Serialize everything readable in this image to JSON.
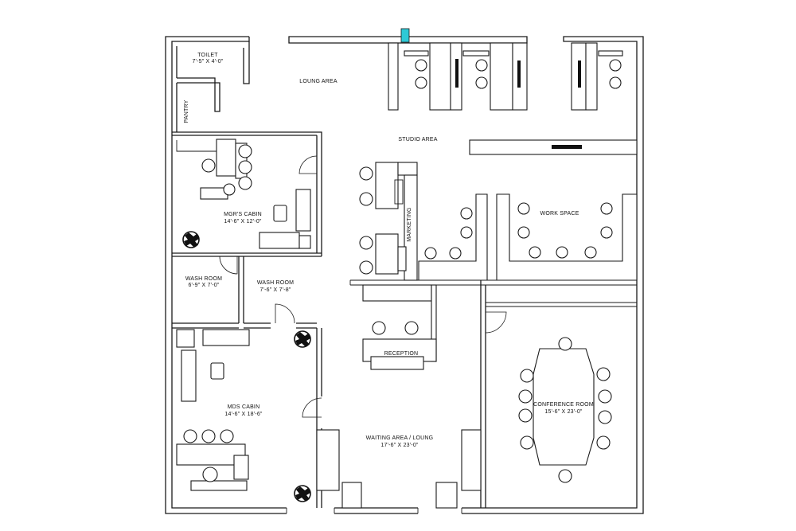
{
  "rooms": {
    "toilet": {
      "name": "TOILET",
      "size": "7'-5\" X 4'-0\""
    },
    "lounge": {
      "name": "LOUNG AREA"
    },
    "pantry": {
      "name": "PANTRY"
    },
    "studio": {
      "name": "STUDIO AREA"
    },
    "mgr_cabin": {
      "name": "MGR'S CABIN",
      "size": "14'-6\" X 12'-0\""
    },
    "marketing": {
      "name": "MARKETING"
    },
    "workspace": {
      "name": "WORK SPACE"
    },
    "wash_room_1": {
      "name": "WASH ROOM",
      "size": "6'-9\" X 7'-0\""
    },
    "wash_room_2": {
      "name": "WASH ROOM",
      "size": "7'-6\" X 7'-8\""
    },
    "reception": {
      "name": "RECEPTION"
    },
    "mds_cabin": {
      "name": "MDS CABIN",
      "size": "14'-6\" X 18'-6\""
    },
    "conference": {
      "name": "CONFERENCE ROOM",
      "size": "15'-6\" X 23'-0\""
    },
    "waiting": {
      "name": "WAITING AREA / LOUNG",
      "size": "17'-6\" X 23'-0\""
    }
  },
  "colors": {
    "line": "#1a1a1a",
    "accent_window": "#2ec9d6"
  }
}
